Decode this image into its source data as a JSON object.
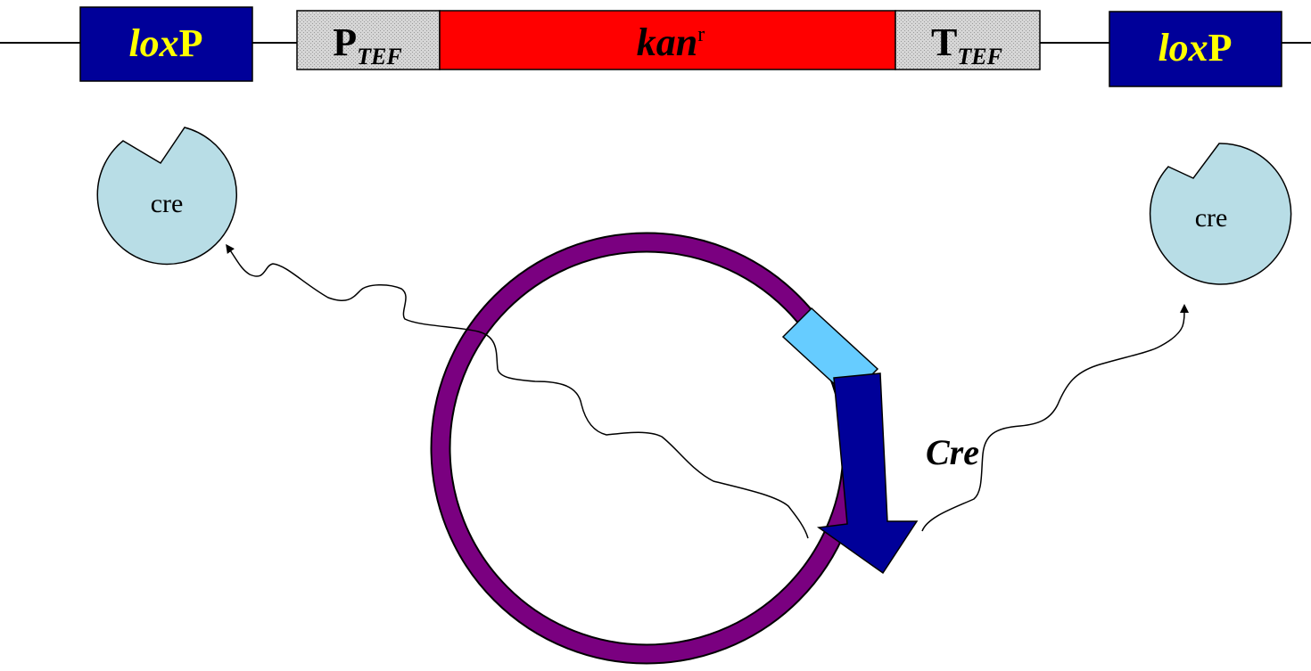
{
  "construct": {
    "lox_left": {
      "italic": "lox",
      "plain": "P"
    },
    "promoter": {
      "letter": "P",
      "sub": "TEF"
    },
    "marker": {
      "italic": "kan",
      "sup": "r"
    },
    "terminator": {
      "letter": "T",
      "sub": "TEF"
    },
    "lox_right": {
      "italic": "lox",
      "plain": "P"
    }
  },
  "proteins": {
    "left_label": "cre",
    "right_label": "cre"
  },
  "plasmid": {
    "gene_label": "Cre"
  },
  "colors": {
    "lox_box": "#000099",
    "lox_text": "#ffff00",
    "kan_box": "#ff0000",
    "tef_box": "#d0d0d0",
    "protein": "#b8dde6",
    "plasmid_ring": "#7a0080",
    "promoter_segment": "#66ccff",
    "cre_arrow": "#000099"
  },
  "icons": {
    "protein": "pacman-protein-icon",
    "plasmid": "circular-plasmid-icon",
    "gene_arrow": "gene-arrow-icon"
  }
}
